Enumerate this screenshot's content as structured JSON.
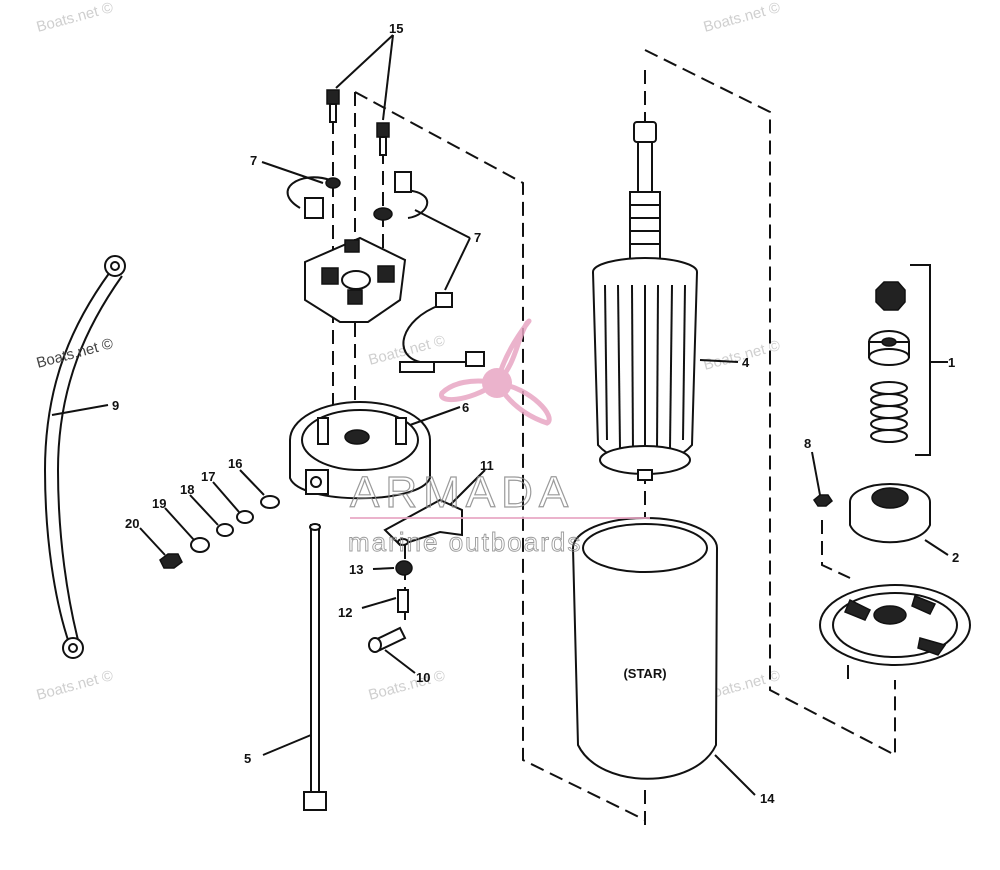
{
  "watermark": {
    "site": "Boats.net ©",
    "brand": "ARMADA",
    "tagline": "marine outboards",
    "accent_color": "#e8a6c4"
  },
  "callouts": [
    "1",
    "2",
    "4",
    "5",
    "6",
    "7",
    "7",
    "8",
    "9",
    "10",
    "11",
    "12",
    "13",
    "14",
    "15",
    "16",
    "17",
    "18",
    "19",
    "20"
  ],
  "can_label": "(STAR)",
  "icons": {
    "logo": "propeller-logo-icon"
  }
}
